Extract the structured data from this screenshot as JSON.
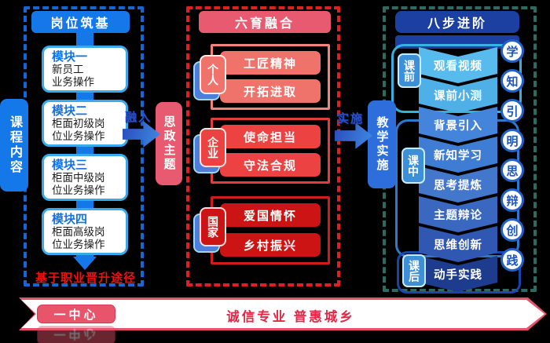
{
  "palette": {
    "blue": "#1478e8",
    "cyan_border": "#38aaec",
    "navy": "#1c3fa2",
    "rose": "#e85a70",
    "jx_blue": "#2e6edc",
    "blue_dash": "#1467d6",
    "red_dash": "#e02020",
    "teal_dash": "#2d6b60",
    "phase_outline_1": "#38b8ea",
    "phase_outline_2": "#2e7fd8",
    "phase_outline_3": "#1a49b4",
    "footnote_red": "#ee1111",
    "slogan_red": "#e02845"
  },
  "left": {
    "header": "岗位筑基",
    "side_label": "课程内容",
    "modules": [
      {
        "title": "模块一",
        "line1": "新员工",
        "line2": "业务操作"
      },
      {
        "title": "模块二",
        "line1": "柜面初级岗",
        "line2": "位业务操作"
      },
      {
        "title": "模块三",
        "line1": "柜面中级岗",
        "line2": "位业务操作"
      },
      {
        "title": "模块四",
        "line1": "柜面高级岗",
        "line2": "位业务操作"
      }
    ],
    "footnote": "基于职业晋升途径"
  },
  "arrow1_label": "融入",
  "arrow2_label": "实施",
  "sz_label": "思政主题",
  "jx_label": "教学实施",
  "middle": {
    "header": "六育融合",
    "groups": [
      {
        "category": "个人",
        "item1": "工匠精神",
        "item2": "开拓进取",
        "color": "#f0736b",
        "border": "#f2837b"
      },
      {
        "category": "企业",
        "item1": "使命担当",
        "item2": "守法合规",
        "color": "#ec4242",
        "border": "#e23c3c"
      },
      {
        "category": "国家",
        "item1": "爱国情怀",
        "item2": "乡村振兴",
        "color": "#cc1414",
        "border": "#cf1d1d"
      }
    ]
  },
  "right": {
    "header": "八步进阶",
    "phases": [
      {
        "label": "课前"
      },
      {
        "label": "课中"
      },
      {
        "label": "课后"
      }
    ],
    "steps": [
      {
        "label": "观看视频",
        "badge": "学",
        "color": "#58bbee"
      },
      {
        "label": "课前小测",
        "badge": "知",
        "color": "#4fb0e8"
      },
      {
        "label": "背景引入",
        "badge": "引",
        "color": "#4484da"
      },
      {
        "label": "新知学习",
        "badge": "明",
        "color": "#3f7cd4"
      },
      {
        "label": "思考提炼",
        "badge": "思",
        "color": "#4377cc"
      },
      {
        "label": "主题辩论",
        "badge": "辩",
        "color": "#3a68c0"
      },
      {
        "label": "思维创新",
        "badge": "创",
        "color": "#3058b2"
      },
      {
        "label": "动手实践",
        "badge": "践",
        "color": "#1d3c8e"
      }
    ]
  },
  "bottom": {
    "center_box": "一中心",
    "slogan": "诚信专业 普惠城乡"
  }
}
